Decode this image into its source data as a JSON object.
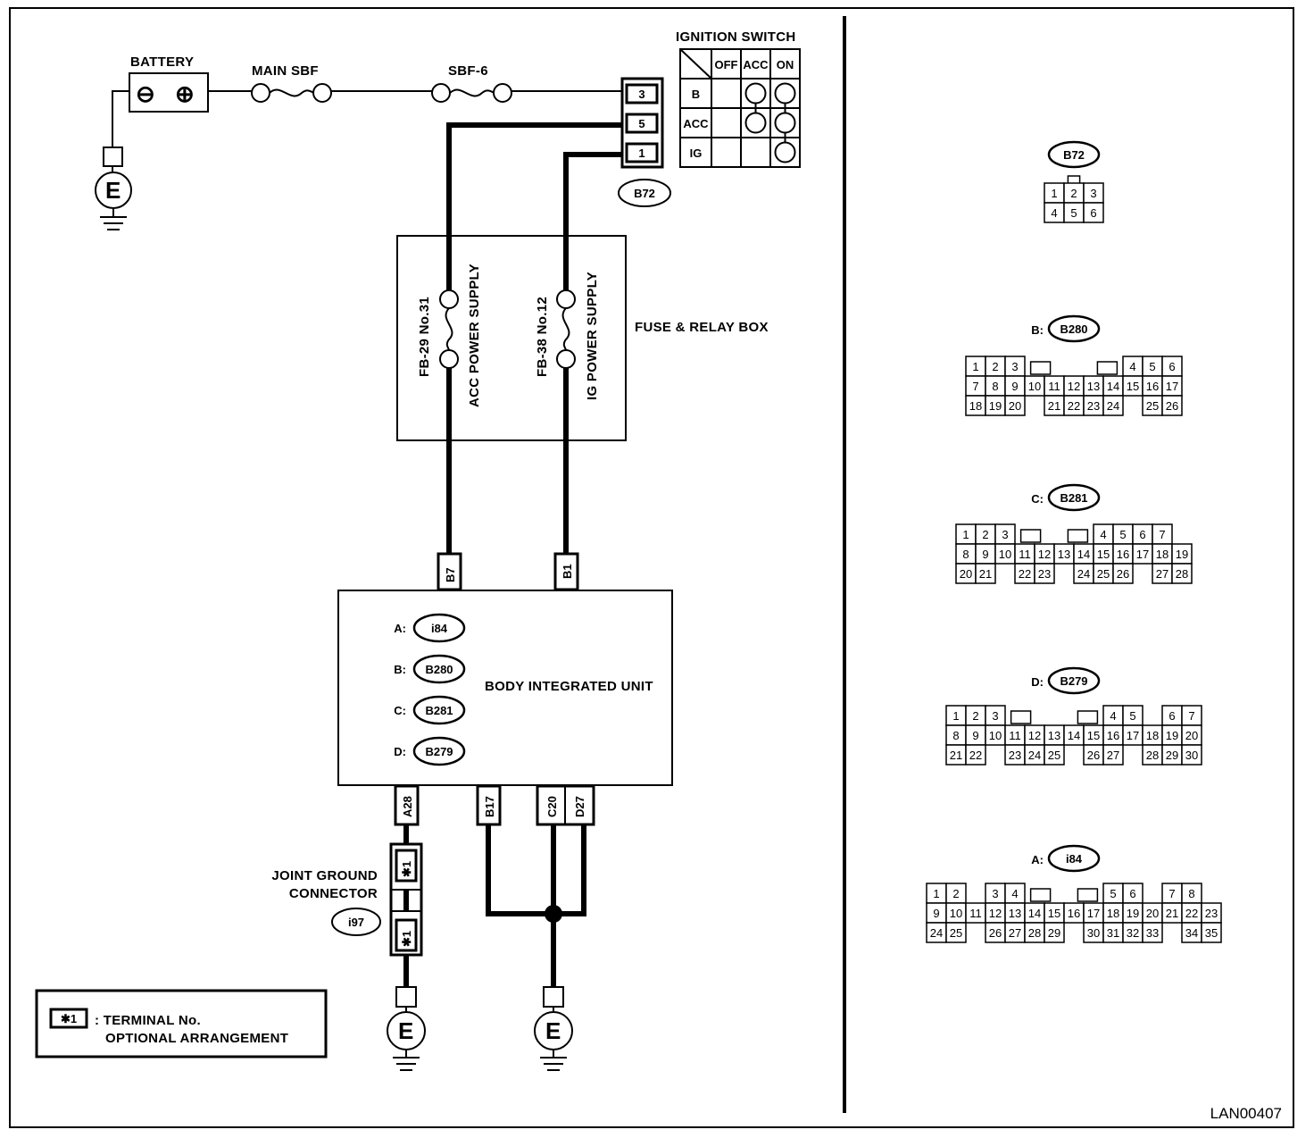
{
  "labels": {
    "battery": "BATTERY",
    "main_sbf": "MAIN SBF",
    "sbf6": "SBF-6",
    "ignition_switch": "IGNITION SWITCH",
    "fuse_relay_box": "FUSE & RELAY BOX",
    "fuse1_id": "FB-29 No.31",
    "fuse1_name": "ACC POWER SUPPLY",
    "fuse2_id": "FB-38 No.12",
    "fuse2_name": "IG POWER SUPPLY",
    "body_unit": "BODY INTEGRATED UNIT",
    "joint_ground_1": "JOINT GROUND",
    "joint_ground_2": "CONNECTOR",
    "ground": "E",
    "legend_mark": "✱1",
    "legend_text_1": ": TERMINAL No.",
    "legend_text_2": "OPTIONAL ARRANGEMENT",
    "figure_id": "LAN00407",
    "minus": "⊖",
    "plus": "⊕"
  },
  "ignition_switch": {
    "columns": [
      "OFF",
      "ACC",
      "ON"
    ],
    "rows": [
      {
        "terminal": "B",
        "pin": "3"
      },
      {
        "terminal": "ACC",
        "pin": "5"
      },
      {
        "terminal": "IG",
        "pin": "1"
      }
    ],
    "connector": "B72"
  },
  "body_unit_connectors": [
    {
      "prefix": "A:",
      "id": "i84"
    },
    {
      "prefix": "B:",
      "id": "B280"
    },
    {
      "prefix": "C:",
      "id": "B281"
    },
    {
      "prefix": "D:",
      "id": "B279"
    }
  ],
  "unit_pins": {
    "top": [
      "B7",
      "B1"
    ],
    "bottom": [
      "A28",
      "B17",
      "C20",
      "D27"
    ],
    "joint": [
      "✱1",
      "✱1"
    ],
    "joint_connector": "i97"
  },
  "connector_views": [
    {
      "title_prefix": "",
      "id": "B72",
      "rows": [
        [
          "1",
          "2",
          "3"
        ],
        [
          "4",
          "5",
          "6"
        ]
      ]
    },
    {
      "title_prefix": "B:",
      "id": "B280",
      "rows": [
        [
          "1",
          "2",
          "3",
          "",
          "",
          "",
          "",
          "",
          "4",
          "5",
          "6"
        ],
        [
          "7",
          "8",
          "9",
          "10",
          "11",
          "12",
          "13",
          "14",
          "15",
          "16",
          "17"
        ],
        [
          "18",
          "19",
          "20",
          "",
          "21",
          "22",
          "23",
          "24",
          "",
          "25",
          "26"
        ]
      ]
    },
    {
      "title_prefix": "C:",
      "id": "B281",
      "rows": [
        [
          "1",
          "2",
          "3",
          "",
          "",
          "",
          "",
          "4",
          "5",
          "6",
          "7"
        ],
        [
          "8",
          "9",
          "10",
          "11",
          "12",
          "13",
          "14",
          "15",
          "16",
          "17",
          "18",
          "19"
        ],
        [
          "20",
          "21",
          "",
          "22",
          "23",
          "",
          "24",
          "25",
          "26",
          "",
          "27",
          "28"
        ]
      ]
    },
    {
      "title_prefix": "D:",
      "id": "B279",
      "rows": [
        [
          "1",
          "2",
          "3",
          "",
          "",
          "",
          "",
          "",
          "4",
          "5",
          "",
          "6",
          "7"
        ],
        [
          "8",
          "9",
          "10",
          "11",
          "12",
          "13",
          "14",
          "15",
          "16",
          "17",
          "18",
          "19",
          "20"
        ],
        [
          "21",
          "22",
          "",
          "23",
          "24",
          "25",
          "",
          "26",
          "27",
          "",
          "28",
          "29",
          "30"
        ]
      ]
    },
    {
      "title_prefix": "A:",
      "id": "i84",
      "rows": [
        [
          "1",
          "2",
          "",
          "3",
          "4",
          "",
          "",
          "",
          "",
          "5",
          "6",
          "",
          "7",
          "8"
        ],
        [
          "9",
          "10",
          "11",
          "12",
          "13",
          "14",
          "15",
          "16",
          "17",
          "18",
          "19",
          "20",
          "21",
          "22",
          "23"
        ],
        [
          "24",
          "25",
          "",
          "26",
          "27",
          "28",
          "29",
          "",
          "30",
          "31",
          "32",
          "33",
          "",
          "34",
          "35"
        ]
      ]
    }
  ]
}
